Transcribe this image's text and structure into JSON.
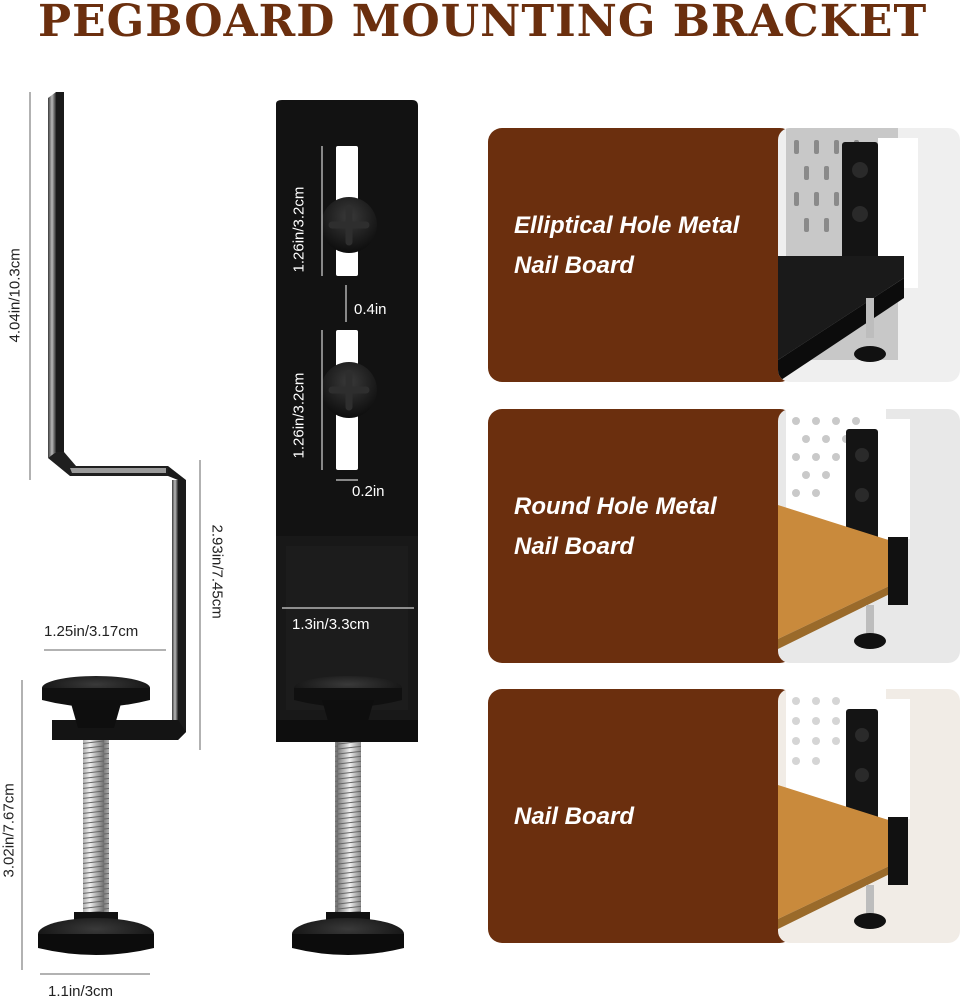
{
  "header": {
    "title": "PEGBOARD MOUNTING BRACKET"
  },
  "dimensions": {
    "height_upper": "4.04in/10.3cm",
    "height_middle": "2.93in/7.45cm",
    "depth_inner": "1.25in/3.17cm",
    "screw_length": "3.02in/7.67cm",
    "base_width": "1.1in/3cm",
    "slot_upper": "1.26in/3.2cm",
    "slot_gap": "0.4in",
    "slot_lower": "1.26in/3.2cm",
    "slot_width": "0.2in",
    "bracket_width": "1.3in/3.3cm"
  },
  "panels": [
    {
      "label_line1": "Elliptical Hole Metal",
      "label_line2": "Nail Board"
    },
    {
      "label_line1": "Round Hole Metal",
      "label_line2": "Nail Board"
    },
    {
      "label_line1": "Nail Board",
      "label_line2": ""
    }
  ],
  "colors": {
    "brand": "#6b2f0e",
    "bracket": "#141414",
    "bamboo": "#c98a3c"
  }
}
